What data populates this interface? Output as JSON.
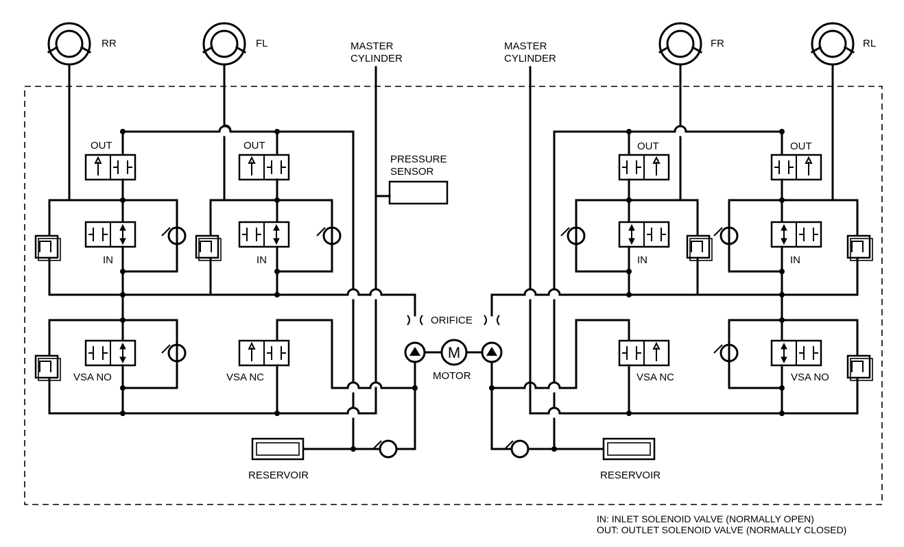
{
  "wheels": {
    "rr": "RR",
    "fl": "FL",
    "fr": "FR",
    "rl": "RL"
  },
  "master_cylinder_left": [
    "MASTER",
    "CYLINDER"
  ],
  "master_cylinder_right": [
    "MASTER",
    "CYLINDER"
  ],
  "pressure_sensor": [
    "PRESSURE",
    "SENSOR"
  ],
  "labels": {
    "out": "OUT",
    "in": "IN",
    "vsa_no": "VSA NO",
    "vsa_nc": "VSA NC",
    "orifice": "ORIFICE",
    "motor": "MOTOR",
    "motor_symbol": "M",
    "reservoir": "RESERVOIR"
  },
  "legend": [
    "IN: INLET SOLENOID VALVE (NORMALLY OPEN)",
    "OUT: OUTLET SOLENOID VALVE (NORMALLY CLOSED)"
  ]
}
